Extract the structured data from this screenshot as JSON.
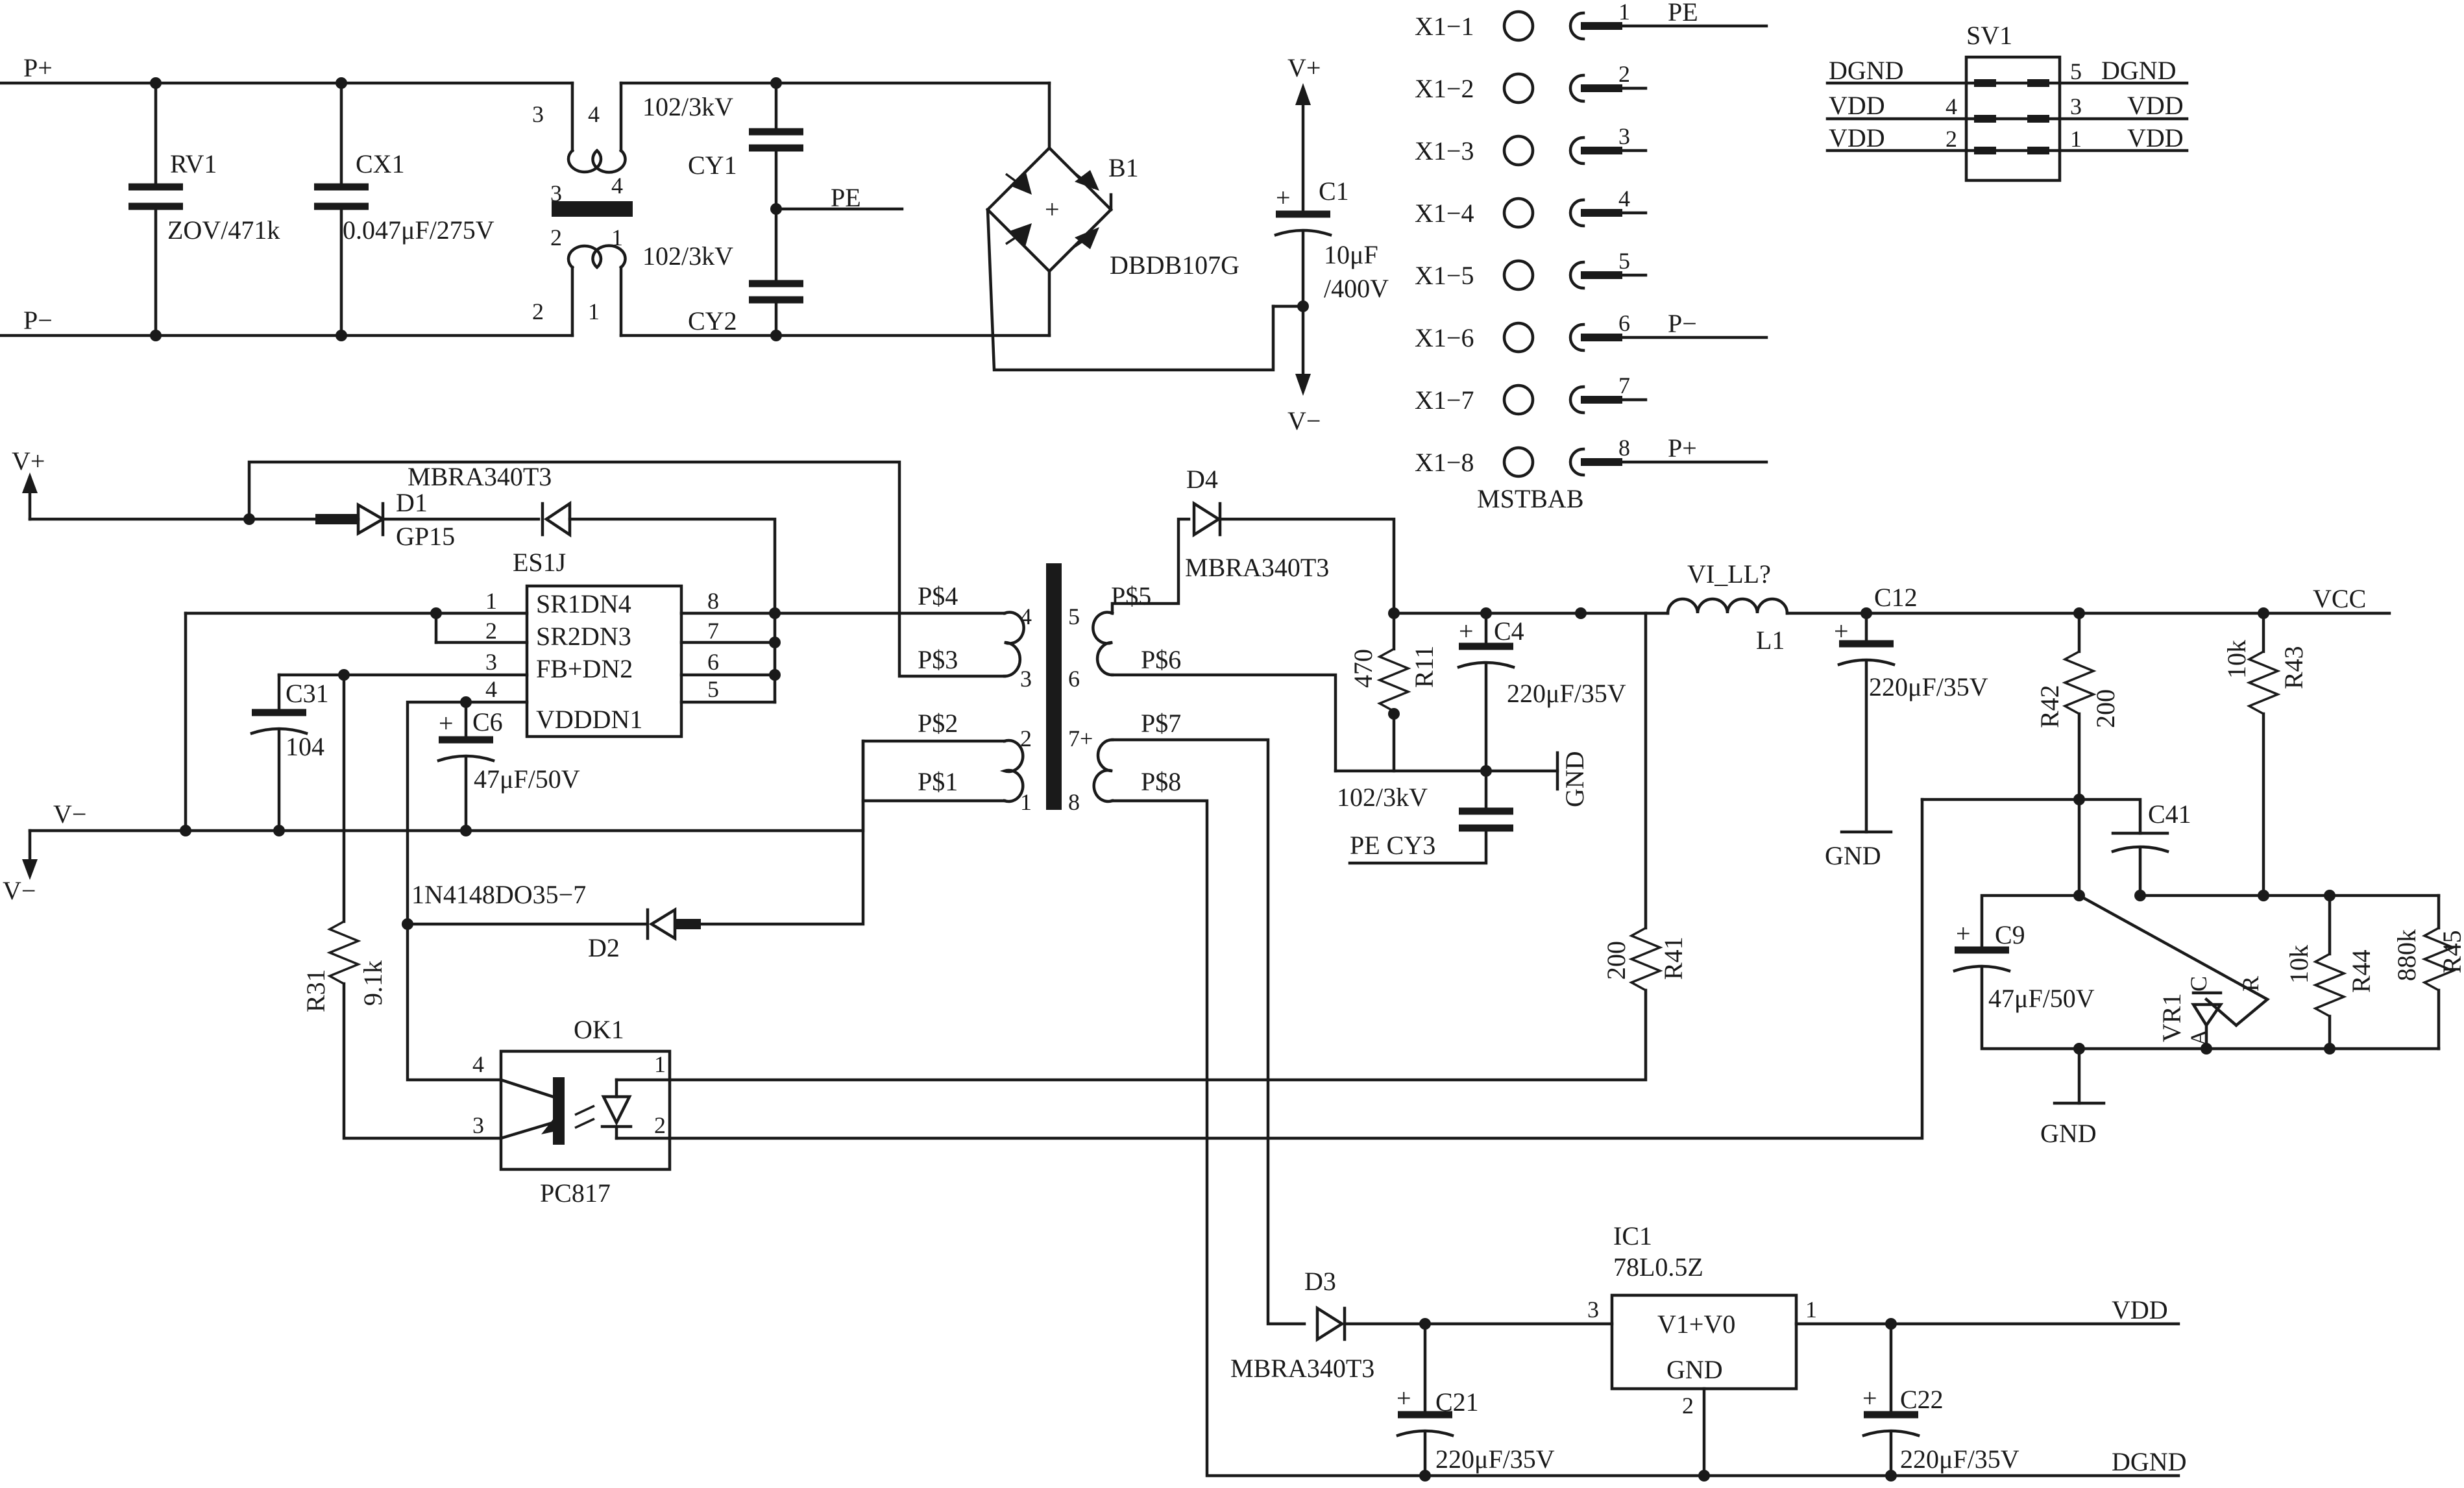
{
  "colors": {
    "ink": "#1a1a1a",
    "background": "#ffffff"
  },
  "labels": {
    "p_plus": "P+",
    "p_minus": "P−",
    "rv1": "RV1",
    "rv1_val": "ZOV/471k",
    "cx1": "CX1",
    "cx1_val": "0.047μF/275V",
    "cm_pin3": "3",
    "cm_pin4": "4",
    "cm_pin2": "2",
    "cm_pin1": "1",
    "cm_core3": "3",
    "cm_core4": "4",
    "cm_core2": "2",
    "cm_core1": "1",
    "cy1_val": "102/3kV",
    "cy1": "CY1",
    "pe_top": "PE",
    "cy2_val": "102/3kV",
    "cy2": "CY2",
    "b1": "B1",
    "b1_part": "DBDB107G",
    "b1_plus": "+",
    "vplus_top": "V+",
    "vminus_top": "V−",
    "c1": "C1",
    "c1_val": "10μF",
    "c1_volt": "/400V",
    "c1_plus": "+",
    "x1": [
      "X1−1",
      "X1−2",
      "X1−3",
      "X1−4",
      "X1−5",
      "X1−6",
      "X1−7",
      "X1−8"
    ],
    "x1_pins": [
      "1",
      "2",
      "3",
      "4",
      "5",
      "6",
      "7",
      "8"
    ],
    "x1_pe": "PE",
    "x1_pminus": "P−",
    "x1_pplus": "P+",
    "x1_part": "MSTBAB",
    "sv1": "SV1",
    "sv1_l1": "DGND",
    "sv1_l2": "VDD",
    "sv1_l3": "VDD",
    "sv1_p5": "5",
    "sv1_p4": "4",
    "sv1_p3": "3",
    "sv1_p2": "2",
    "sv1_p1": "1",
    "sv1_r1": "DGND",
    "sv1_r2": "VDD",
    "sv1_r3": "VDD",
    "vplus_mid": "V+",
    "vminus_mid": "V−",
    "vminus_arrow": "V−",
    "d1_part": "MBRA340T3",
    "d1": "D1",
    "d1_sub": "GP15",
    "es1j": "ES1J",
    "ic_pin1": "1",
    "ic_pin2": "2",
    "ic_pin3": "3",
    "ic_pin4": "4",
    "ic_pin8": "8",
    "ic_pin7": "7",
    "ic_pin6": "6",
    "ic_pin5": "5",
    "ic_r1": "SR1DN4",
    "ic_r2": "SR2DN3",
    "ic_r3": "FB+DN2",
    "ic_r4": "VDDDN1",
    "c31": "C31",
    "c31_val": "104",
    "c6": "C6",
    "c6_val": "47μF/50V",
    "c6_plus": "+",
    "p4": "P$4",
    "p3": "P$3",
    "p2": "P$2",
    "p1": "P$1",
    "t_4": "4",
    "t_3": "3",
    "t_2": "2",
    "t_1": "1",
    "t_5": "5",
    "t_6": "6",
    "t_7": "7+",
    "t_8": "8",
    "p5": "P$5",
    "p6": "P$6",
    "p7": "P$7",
    "p8": "P$8",
    "d4": "D4",
    "d4_part": "MBRA340T3",
    "r11_val": "470",
    "r11": "R11",
    "c4": "C4",
    "c4_val": "220μF/35V",
    "c4_plus": "+",
    "cy3_val": "102/3kV",
    "cy3": "PE CY3",
    "gnd_mid": "GND",
    "l1_top": "VI_LL?",
    "l1": "L1",
    "c12": "C12",
    "c12_val": "220μF/35V",
    "c12_plus": "+",
    "gnd_c12": "GND",
    "vcc": "VCC",
    "r42": "R42",
    "r42_val": "200",
    "r43_val": "10k",
    "r43": "R43",
    "c41": "C41",
    "c9": "C9",
    "c9_val": "47μF/50V",
    "c9_plus": "+",
    "vr1": "VR1",
    "vr1_a": "A",
    "vr1_c": "C",
    "vr1_r": "R",
    "r44_val": "10k",
    "r44": "R44",
    "r45_val": "880k",
    "r45": "R45",
    "gnd_bottom": "GND",
    "r41_val": "200",
    "r41": "R41",
    "d2_part": "1N4148DO35−7",
    "d2": "D2",
    "r31": "R31",
    "r31_val": "9.1k",
    "ok1": "OK1",
    "ok1_part": "PC817",
    "ok_p4": "4",
    "ok_p3": "3",
    "ok_p1": "1",
    "ok_p2": "2",
    "d3": "D3",
    "d3_part": "MBRA340T3",
    "c21_val": "220μF/35V",
    "c21": "C21",
    "c21_plus": "+",
    "ic1": "IC1",
    "ic1_part": "78L0.5Z",
    "ic1_top": "V1+V0",
    "ic1_gnd": "GND",
    "ic1_p3": "3",
    "ic1_p1": "1",
    "ic1_p2": "2",
    "vdd_out": "VDD",
    "c22": "C22",
    "c22_val": "220μF/35V",
    "c22_plus": "+",
    "dgnd_out": "DGND"
  }
}
